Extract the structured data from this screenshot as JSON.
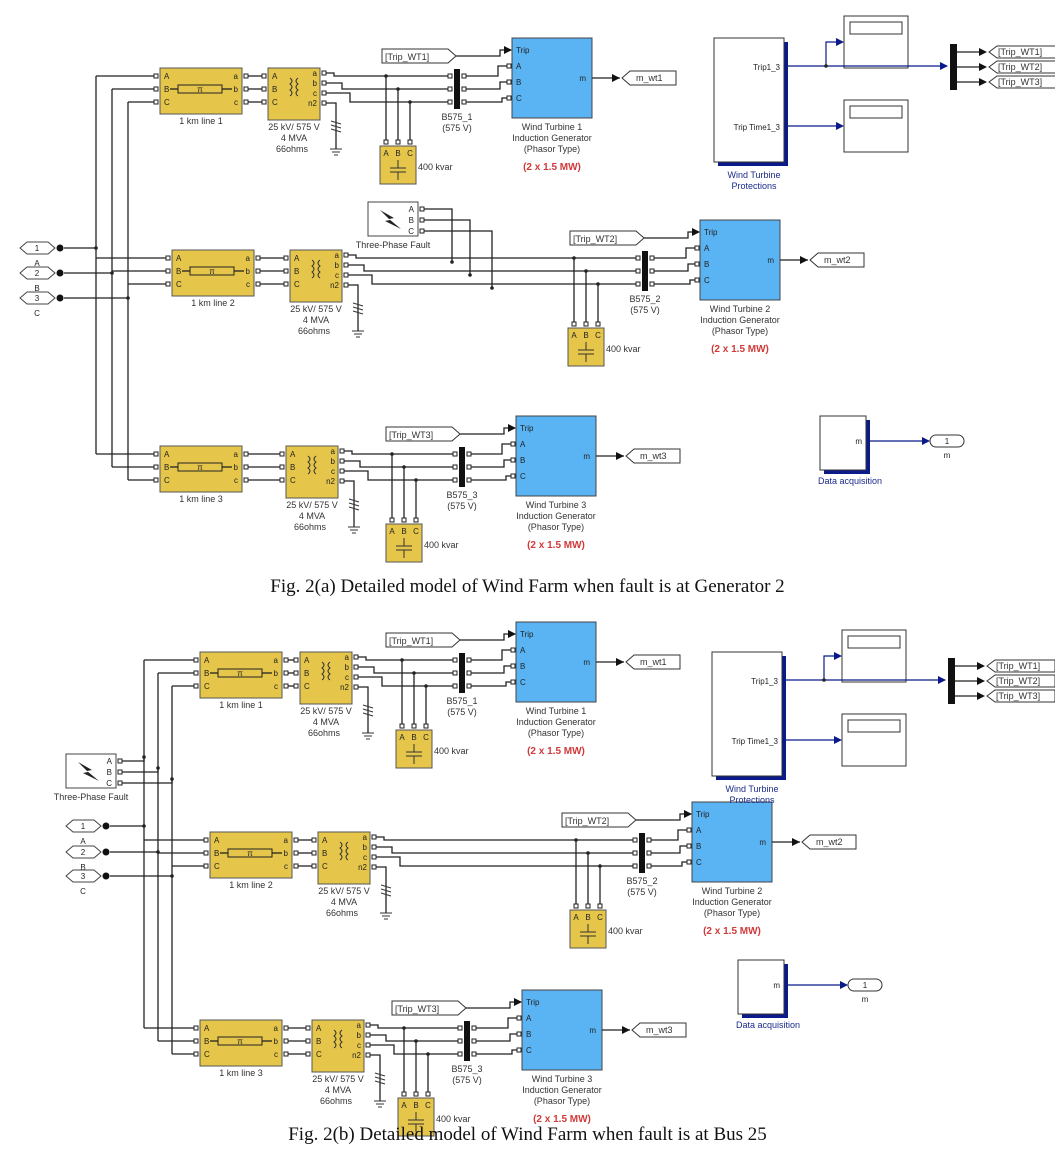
{
  "figures": [
    {
      "id": "a",
      "caption": "Fig. 2(a) Detailed model of Wind Farm when fault is at Generator 2",
      "fault_location": "generator2",
      "fault_block": {
        "label": "Three-Phase Fault",
        "ports": [
          "A",
          "B",
          "C"
        ]
      },
      "inputs": [
        {
          "number": "1",
          "label": "A"
        },
        {
          "number": "2",
          "label": "B"
        },
        {
          "number": "3",
          "label": "C"
        }
      ],
      "feeders": [
        {
          "line_label": "1 km line 1",
          "line_symbol": "π",
          "transformer": [
            "25 kV/ 575 V",
            "4 MVA",
            "66ohms"
          ],
          "transformer_ports_left": [
            "A",
            "B",
            "C"
          ],
          "transformer_ports_right": [
            "a",
            "b",
            "c",
            "n2"
          ],
          "line_ports_left": [
            "A",
            "B",
            "C"
          ],
          "line_ports_right": [
            "a",
            "b",
            "c"
          ],
          "goto_tag": "[Trip_WT1]",
          "bus": [
            "B575_1",
            "(575 V)"
          ],
          "capacitor": "400 kvar",
          "cap_ports": [
            "A",
            "B",
            "C"
          ],
          "turbine": {
            "ports": [
              "Trip",
              "A",
              "B",
              "C"
            ],
            "output": "m",
            "label": [
              "Wind Turbine 1",
              "Induction Generator",
              "(Phasor Type)"
            ],
            "rating": "(2 x 1.5 MW)"
          },
          "out_tag": "m_wt1"
        },
        {
          "line_label": "1 km line 2",
          "line_symbol": "π",
          "transformer": [
            "25 kV/ 575 V",
            "4 MVA",
            "66ohms"
          ],
          "transformer_ports_left": [
            "A",
            "B",
            "C"
          ],
          "transformer_ports_right": [
            "a",
            "b",
            "c",
            "n2"
          ],
          "line_ports_left": [
            "A",
            "B",
            "C"
          ],
          "line_ports_right": [
            "a",
            "b",
            "c"
          ],
          "goto_tag": "[Trip_WT2]",
          "bus": [
            "B575_2",
            "(575 V)"
          ],
          "capacitor": "400 kvar",
          "cap_ports": [
            "A",
            "B",
            "C"
          ],
          "turbine": {
            "ports": [
              "Trip",
              "A",
              "B",
              "C"
            ],
            "output": "m",
            "label": [
              "Wind Turbine 2",
              "Induction Generator",
              "(Phasor Type)"
            ],
            "rating": "(2 x 1.5 MW)"
          },
          "out_tag": "m_wt2"
        },
        {
          "line_label": "1 km line 3",
          "line_symbol": "π",
          "transformer": [
            "25 kV/ 575 V",
            "4 MVA",
            "66ohms"
          ],
          "transformer_ports_left": [
            "A",
            "B",
            "C"
          ],
          "transformer_ports_right": [
            "a",
            "b",
            "c",
            "n2"
          ],
          "line_ports_left": [
            "A",
            "B",
            "C"
          ],
          "line_ports_right": [
            "a",
            "b",
            "c"
          ],
          "goto_tag": "[Trip_WT3]",
          "bus": [
            "B575_3",
            "(575 V)"
          ],
          "capacitor": "400 kvar",
          "cap_ports": [
            "A",
            "B",
            "C"
          ],
          "turbine": {
            "ports": [
              "Trip",
              "A",
              "B",
              "C"
            ],
            "output": "m",
            "label": [
              "Wind Turbine 3",
              "Induction Generator",
              "(Phasor Type)"
            ],
            "rating": "(2 x 1.5 MW)"
          },
          "out_tag": "m_wt3"
        }
      ],
      "protections": {
        "ports": [
          "Trip1_3",
          "Trip Time1_3"
        ],
        "label": [
          "Wind Turbine",
          "Protections"
        ],
        "demux_tags": [
          "[Trip_WT1]",
          "[Trip_WT2]",
          "[Trip_WT3]"
        ]
      },
      "data_acq": {
        "port": "m",
        "label": "Data acquisition",
        "outport": {
          "number": "1",
          "label": "m"
        }
      }
    },
    {
      "id": "b",
      "caption": "Fig. 2(b) Detailed model of Wind Farm when fault is at Bus 25",
      "fault_location": "bus25",
      "fault_block": {
        "label": "Three-Phase Fault",
        "ports": [
          "A",
          "B",
          "C"
        ]
      },
      "inputs": [
        {
          "number": "1",
          "label": "A"
        },
        {
          "number": "2",
          "label": "B"
        },
        {
          "number": "3",
          "label": "C"
        }
      ],
      "feeders": [
        {
          "line_label": "1 km line 1",
          "line_symbol": "π",
          "transformer": [
            "25 kV/ 575 V",
            "4 MVA",
            "66ohms"
          ],
          "transformer_ports_left": [
            "A",
            "B",
            "C"
          ],
          "transformer_ports_right": [
            "a",
            "b",
            "c",
            "n2"
          ],
          "line_ports_left": [
            "A",
            "B",
            "C"
          ],
          "line_ports_right": [
            "a",
            "b",
            "c"
          ],
          "goto_tag": "[Trip_WT1]",
          "bus": [
            "B575_1",
            "(575 V)"
          ],
          "capacitor": "400 kvar",
          "cap_ports": [
            "A",
            "B",
            "C"
          ],
          "turbine": {
            "ports": [
              "Trip",
              "A",
              "B",
              "C"
            ],
            "output": "m",
            "label": [
              "Wind Turbine 1",
              "Induction Generator",
              "(Phasor Type)"
            ],
            "rating": "(2 x 1.5 MW)"
          },
          "out_tag": "m_wt1"
        },
        {
          "line_label": "1 km line 2",
          "line_symbol": "π",
          "transformer": [
            "25 kV/ 575 V",
            "4 MVA",
            "66ohms"
          ],
          "transformer_ports_left": [
            "A",
            "B",
            "C"
          ],
          "transformer_ports_right": [
            "a",
            "b",
            "c",
            "n2"
          ],
          "line_ports_left": [
            "A",
            "B",
            "C"
          ],
          "line_ports_right": [
            "a",
            "b",
            "c"
          ],
          "goto_tag": "[Trip_WT2]",
          "bus": [
            "B575_2",
            "(575 V)"
          ],
          "capacitor": "400 kvar",
          "cap_ports": [
            "A",
            "B",
            "C"
          ],
          "turbine": {
            "ports": [
              "Trip",
              "A",
              "B",
              "C"
            ],
            "output": "m",
            "label": [
              "Wind Turbine 2",
              "Induction Generator",
              "(Phasor Type)"
            ],
            "rating": "(2 x 1.5 MW)"
          },
          "out_tag": "m_wt2"
        },
        {
          "line_label": "1 km line 3",
          "line_symbol": "π",
          "transformer": [
            "25 kV/ 575 V",
            "4 MVA",
            "66ohms"
          ],
          "transformer_ports_left": [
            "A",
            "B",
            "C"
          ],
          "transformer_ports_right": [
            "a",
            "b",
            "c",
            "n2"
          ],
          "line_ports_left": [
            "A",
            "B",
            "C"
          ],
          "line_ports_right": [
            "a",
            "b",
            "c"
          ],
          "goto_tag": "[Trip_WT3]",
          "bus": [
            "B575_3",
            "(575 V)"
          ],
          "capacitor": "400 kvar",
          "cap_ports": [
            "A",
            "B",
            "C"
          ],
          "turbine": {
            "ports": [
              "Trip",
              "A",
              "B",
              "C"
            ],
            "output": "m",
            "label": [
              "Wind Turbine 3",
              "Induction Generator",
              "(Phasor Type)"
            ],
            "rating": "(2 x 1.5 MW)"
          },
          "out_tag": "m_wt3"
        }
      ],
      "protections": {
        "ports": [
          "Trip1_3",
          "Trip Time1_3"
        ],
        "label": [
          "Wind Turbine",
          "Protections"
        ],
        "demux_tags": [
          "[Trip_WT1]",
          "[Trip_WT2]",
          "[Trip_WT3]"
        ]
      },
      "data_acq": {
        "port": "m",
        "label": "Data acquisition",
        "outport": {
          "number": "1",
          "label": "m"
        }
      }
    }
  ],
  "colors": {
    "block_yellow": "#e6c64a",
    "turbine_blue": "#5ab4f4",
    "signal_blue": "#0a1a8a",
    "rating_red": "#d03a3a"
  }
}
